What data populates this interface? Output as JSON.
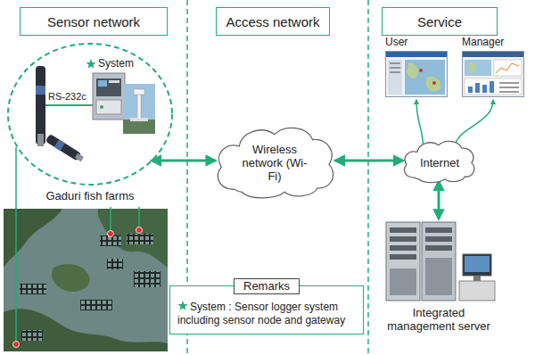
{
  "diagram": {
    "nodes": [
      {
        "text": [
          "Sensor network"
        ]
      },
      {
        "text": [
          "Access network"
        ]
      },
      {
        "text": [
          "Service"
        ]
      },
      {
        "text": [
          "Gaduri fish farms"
        ]
      },
      {
        "text": [
          "Wireless network (Wi-Fi)"
        ]
      },
      {
        "text": [
          "Internet"
        ]
      },
      {
        "text": [
          "User"
        ]
      },
      {
        "text": [
          "Manager"
        ]
      },
      {
        "text": [
          "Integrated management server"
        ]
      },
      {
        "text": [
          "Remarks",
          "System : Sensor logger system including sensor node and gateway"
        ]
      }
    ],
    "edges": [
      {
        "from": 3,
        "to": 4,
        "arrow": "both"
      },
      {
        "from": 4,
        "to": 5,
        "arrow": "both"
      },
      {
        "from": 5,
        "to": 6,
        "arrow": "to"
      },
      {
        "from": 5,
        "to": 7,
        "arrow": "to"
      },
      {
        "from": 5,
        "to": 8,
        "arrow": "both"
      }
    ],
    "labels": [
      "System",
      "RS-232c"
    ]
  }
}
